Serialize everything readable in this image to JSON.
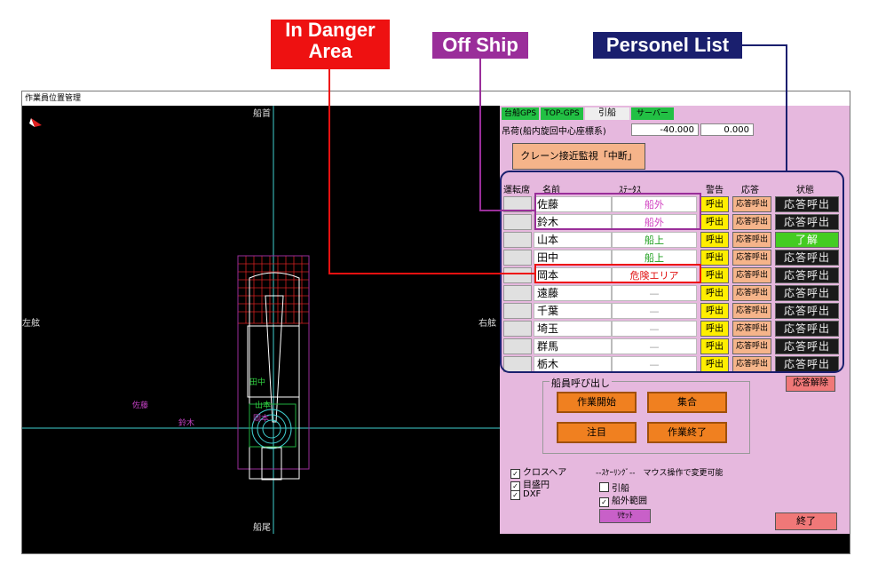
{
  "callouts": {
    "danger_line1": "In Danger",
    "danger_line2": "Area",
    "off_ship": "Off Ship",
    "personnel_list": "Personel List"
  },
  "window": {
    "title": "作業員位置管理"
  },
  "canvas": {
    "bow": "船首",
    "stern": "船尾",
    "port": "左舷",
    "starboard": "右舷",
    "labels": {
      "tanaka": "田中",
      "yamamoto": "山本",
      "okamoto": "岡本",
      "sato": "佐藤",
      "suzuki": "鈴木"
    }
  },
  "panel": {
    "tabs": [
      "台船GPS",
      "TOP-GPS",
      "引船",
      "サーバー"
    ],
    "coord_label": "吊荷(船内旋回中心座標系)",
    "coord_x": "-40.000",
    "coord_y": "0.000",
    "monitor_button": "クレーン接近監視「中断」",
    "headers": {
      "seat": "運転席",
      "name": "名前",
      "status": "ｽﾃｰﾀｽ",
      "alert": "警告",
      "response": "応答",
      "state": "状態"
    },
    "rows": [
      {
        "name": "佐藤",
        "status": "船外",
        "call": "呼出",
        "resp": "応答呼出",
        "state": "応答呼出"
      },
      {
        "name": "鈴木",
        "status": "船外",
        "call": "呼出",
        "resp": "応答呼出",
        "state": "応答呼出"
      },
      {
        "name": "山本",
        "status": "船上",
        "call": "呼出",
        "resp": "応答呼出",
        "state": "了解"
      },
      {
        "name": "田中",
        "status": "船上",
        "call": "呼出",
        "resp": "応答呼出",
        "state": "応答呼出"
      },
      {
        "name": "岡本",
        "status": "危険エリア",
        "call": "呼出",
        "resp": "応答呼出",
        "state": "応答呼出"
      },
      {
        "name": "遠藤",
        "status": "—",
        "call": "呼出",
        "resp": "応答呼出",
        "state": "応答呼出"
      },
      {
        "name": "千葉",
        "status": "—",
        "call": "呼出",
        "resp": "応答呼出",
        "state": "応答呼出"
      },
      {
        "name": "埼玉",
        "status": "—",
        "call": "呼出",
        "resp": "応答呼出",
        "state": "応答呼出"
      },
      {
        "name": "群馬",
        "status": "—",
        "call": "呼出",
        "resp": "応答呼出",
        "state": "応答呼出"
      },
      {
        "name": "栃木",
        "status": "—",
        "call": "呼出",
        "resp": "応答呼出",
        "state": "応答呼出"
      }
    ],
    "release_button": "応答解除",
    "crew_call_group": "船員呼び出し",
    "crew_buttons": {
      "start": "作業開始",
      "assemble": "集合",
      "attention": "注目",
      "end": "作業終了"
    },
    "checks": {
      "crosshair": "クロスヘア",
      "scale_circle": "目盛円",
      "dxf": "DXF"
    },
    "scaling_label": "--ｽｹｰﾘﾝｸﾞ--　マウス操作で変更可能",
    "scaling_checks": {
      "tug": "引船",
      "offship_range": "船外範囲"
    },
    "reset_button": "ﾘｾｯﾄ",
    "exit_button": "終了"
  },
  "colors": {
    "danger": "#ee1111",
    "offship": "#9a2e9a",
    "list": "#1a1f6e",
    "panel_bg": "#e6b8de",
    "status_offship": "#d040c0",
    "status_onboard": "#20a020",
    "status_danger": "#e01010",
    "state_ok": "#44cc22"
  }
}
